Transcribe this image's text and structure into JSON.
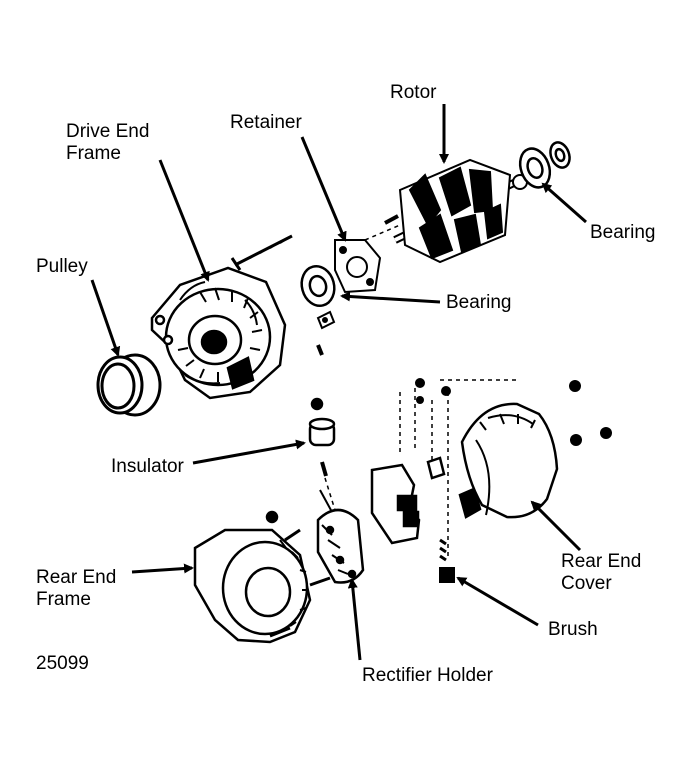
{
  "labels": {
    "rotor": "Rotor",
    "retainer": "Retainer",
    "drive_end_frame_line1": "Drive End",
    "drive_end_frame_line2": "Frame",
    "bearing_top": "Bearing",
    "pulley": "Pulley",
    "bearing_mid": "Bearing",
    "insulator": "Insulator",
    "rear_end_cover_line1": "Rear End",
    "rear_end_cover_line2": "Cover",
    "rear_end_frame_line1": "Rear End",
    "rear_end_frame_line2": "Frame",
    "brush": "Brush",
    "rectifier_holder": "Rectifier Holder",
    "figure_number": "25099"
  },
  "colors": {
    "ink": "#000000",
    "paper": "#ffffff"
  }
}
